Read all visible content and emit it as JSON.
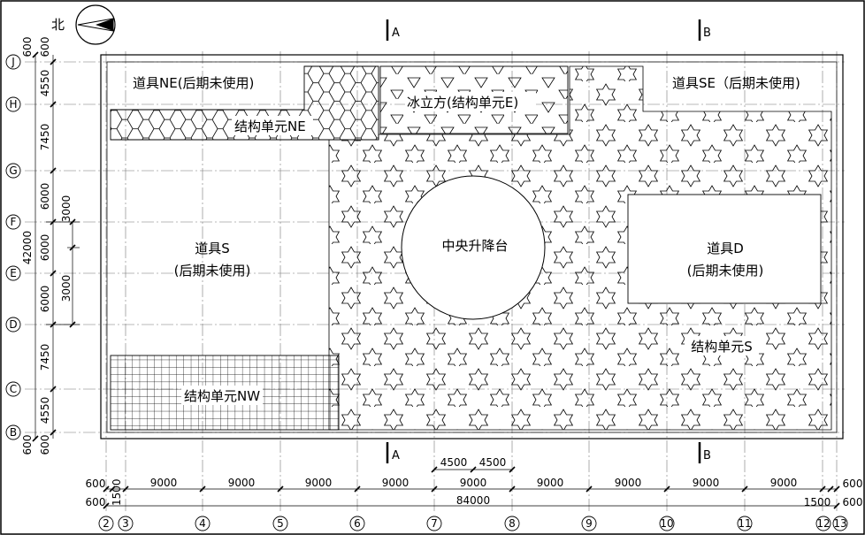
{
  "north_label": "北",
  "section_marks": {
    "a": "A",
    "b": "B"
  },
  "zones": {
    "prop_ne": "道具NE(后期未使用)",
    "unit_ne": "结构单元NE",
    "ice_cube": "冰立方(结构单元E)",
    "prop_se": "道具SE（后期未使用)",
    "prop_s_line1": "道具S",
    "prop_s_line2": "(后期未使用)",
    "central_lift": "中央升降台",
    "prop_d_line1": "道具D",
    "prop_d_line2": "(后期未使用)",
    "unit_s": "结构单元S",
    "unit_nw": "结构单元NW"
  },
  "grid_axes": {
    "rows": [
      "J",
      "H",
      "G",
      "F",
      "E",
      "D",
      "C",
      "B"
    ],
    "cols": [
      "2",
      "3",
      "4",
      "5",
      "6",
      "7",
      "8",
      "9",
      "10",
      "11",
      "12",
      "13"
    ]
  },
  "dimensions": {
    "left": {
      "segments": [
        "600",
        "4550",
        "7450",
        "6000",
        "6000",
        "6000",
        "7450",
        "4550",
        "600"
      ],
      "total": "42000",
      "half": "3000"
    },
    "bottom": {
      "bays": [
        "9000",
        "9000",
        "9000",
        "9000",
        "9000",
        "9000",
        "9000",
        "9000",
        "9000"
      ],
      "half_bays": [
        "4500",
        "4500"
      ],
      "total": "84000",
      "edge_left": [
        "600",
        "600",
        "1500"
      ],
      "edge_right": [
        "600",
        "600",
        "1500"
      ]
    }
  }
}
